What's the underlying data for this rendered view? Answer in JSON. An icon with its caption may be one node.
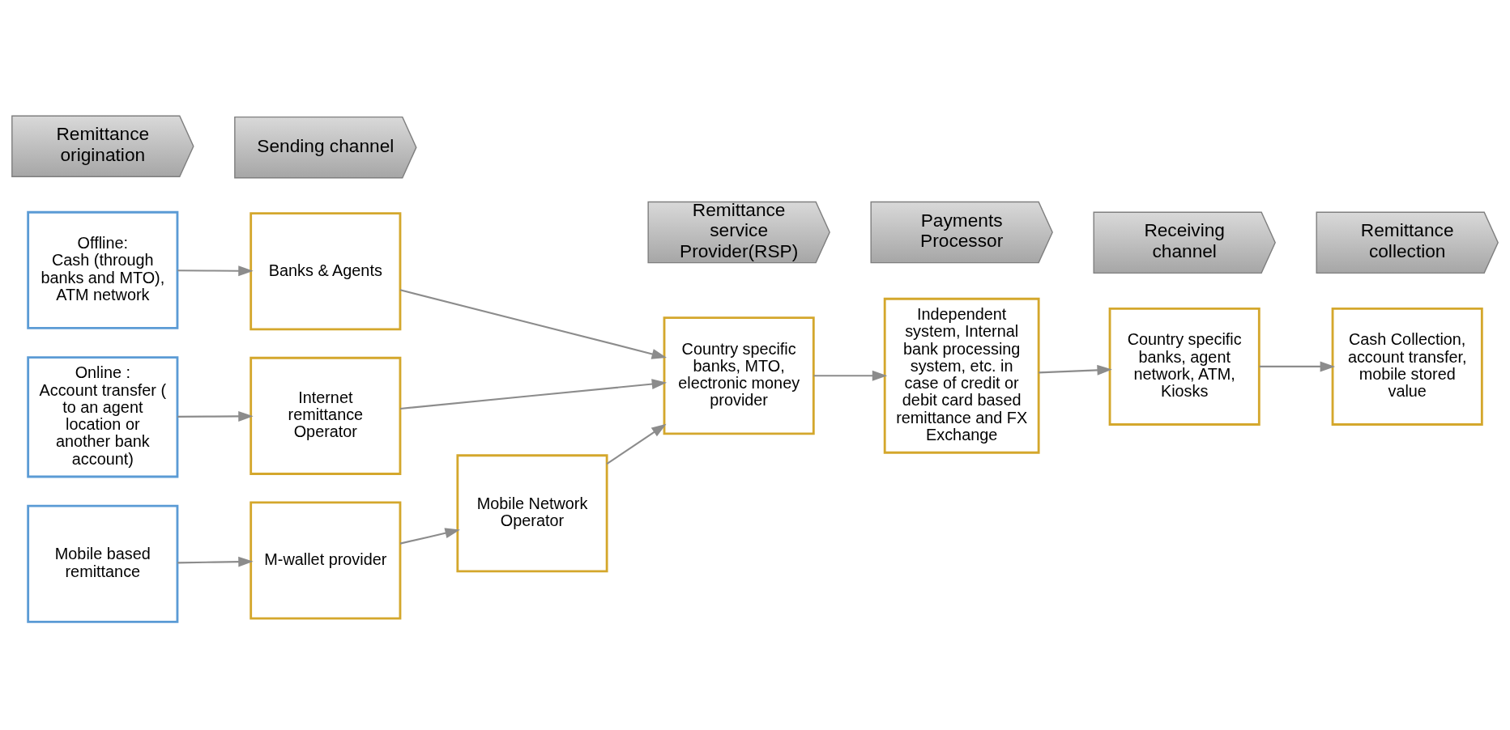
{
  "diagram": {
    "nodes": [
      {
        "text": [
          "Remittance origination"
        ]
      },
      {
        "text": [
          "Sending channel"
        ]
      },
      {
        "text": [
          "Remittance service Provider(RSP)"
        ]
      },
      {
        "text": [
          "Payments Processor"
        ]
      },
      {
        "text": [
          "Receiving channel"
        ]
      },
      {
        "text": [
          "Remittance collection"
        ]
      },
      {
        "text": [
          "Offline:",
          "Cash (through banks and MTO), ATM network"
        ]
      },
      {
        "text": [
          "Online :",
          "Account transfer ( to an agent location or another bank account)"
        ]
      },
      {
        "text": [
          "Mobile based remittance"
        ]
      },
      {
        "text": [
          "Banks & Agents"
        ]
      },
      {
        "text": [
          "Internet remittance Operator"
        ]
      },
      {
        "text": [
          "M-wallet provider"
        ]
      },
      {
        "text": [
          "Mobile Network Operator"
        ]
      },
      {
        "text": [
          "Country specific banks, MTO, electronic money provider"
        ]
      },
      {
        "text": [
          "Independent system, Internal bank processing system, etc. in case of credit or debit card based remittance and FX Exchange"
        ]
      },
      {
        "text": [
          "Country specific banks, agent network, ATM, Kiosks"
        ]
      },
      {
        "text": [
          "Cash Collection, account transfer, mobile stored value"
        ]
      }
    ],
    "edges": [
      {
        "from": 6,
        "to": 9,
        "arrow": "to"
      },
      {
        "from": 7,
        "to": 10,
        "arrow": "to"
      },
      {
        "from": 8,
        "to": 11,
        "arrow": "to"
      },
      {
        "from": 11,
        "to": 12,
        "arrow": "to"
      },
      {
        "from": 9,
        "to": 13,
        "arrow": "to"
      },
      {
        "from": 10,
        "to": 13,
        "arrow": "to"
      },
      {
        "from": 12,
        "to": 13,
        "arrow": "to"
      },
      {
        "from": 13,
        "to": 14,
        "arrow": "to"
      },
      {
        "from": 14,
        "to": 15,
        "arrow": "to"
      },
      {
        "from": 15,
        "to": 16,
        "arrow": "to"
      }
    ]
  }
}
